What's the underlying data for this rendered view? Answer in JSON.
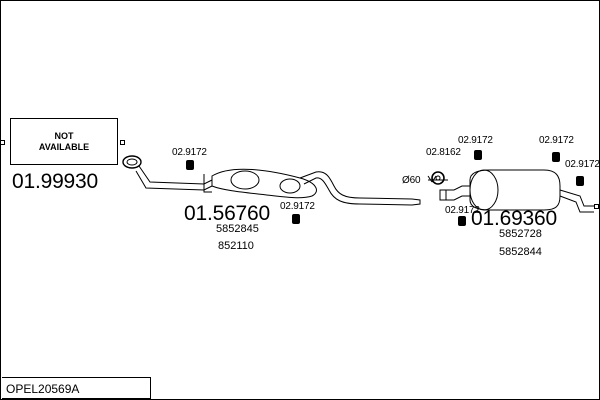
{
  "diagram": {
    "not_available_line1": "NOT",
    "not_available_line2": "AVAILABLE",
    "parts": {
      "front_pipe": "01.99930",
      "middle_silencer": "01.56760",
      "rear_silencer": "01.69360"
    },
    "oem_numbers": {
      "middle_1": "5852845",
      "middle_2": "852110",
      "rear_1": "5852728",
      "rear_2": "5852844"
    },
    "hangers": {
      "h1": "02.9172",
      "h2": "02.9172",
      "h3": "02.8162",
      "h4": "02.9172",
      "h5": "02.9172",
      "h6": "02.9172",
      "h7": "02.9172"
    },
    "diameter": "Ø60",
    "kit_code": "OPEL20569A"
  }
}
